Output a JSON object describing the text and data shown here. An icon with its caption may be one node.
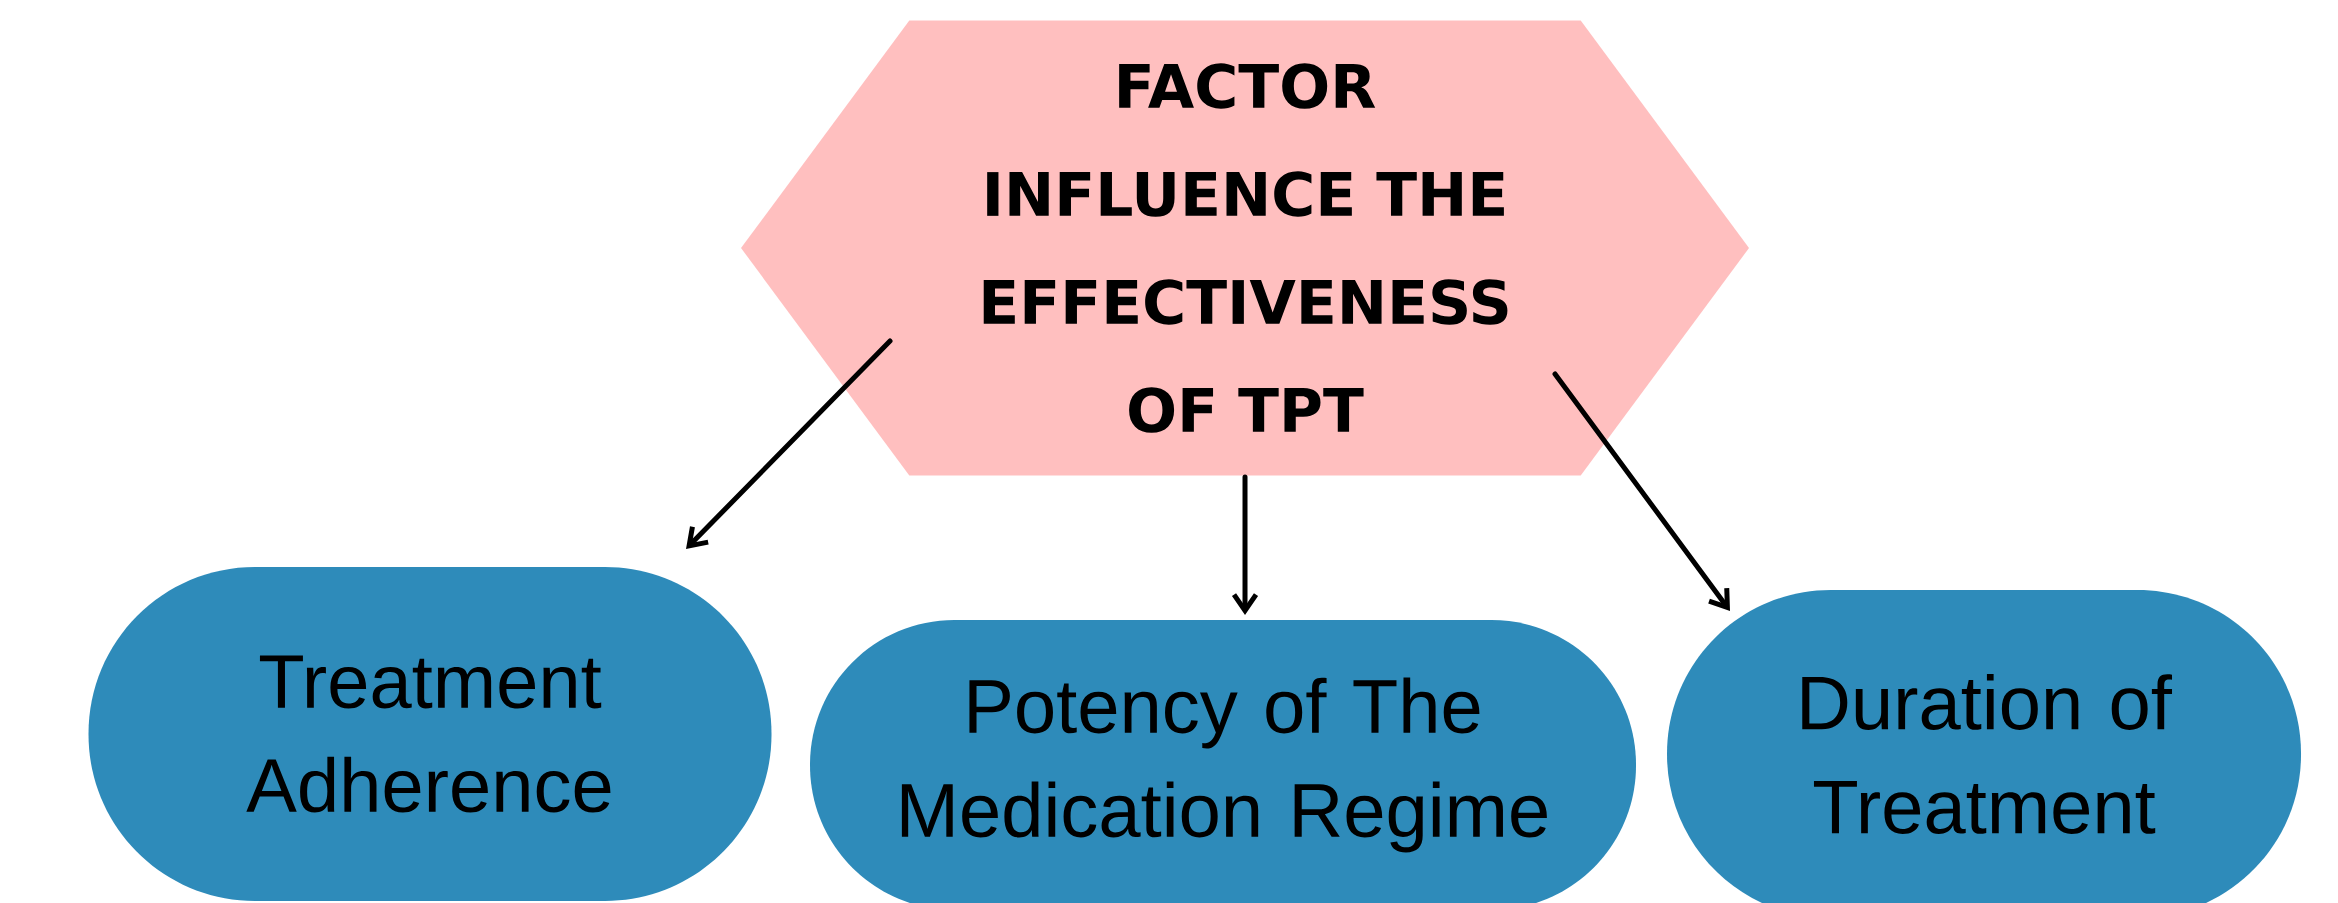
{
  "diagram": {
    "nodes": [
      {
        "text": [
          "FACTOR INFLUENCE THE EFFECTIVENESS OF TPT"
        ]
      },
      {
        "text": [
          "Treatment Adherence"
        ]
      },
      {
        "text": [
          "Potency of The Medication Regime"
        ]
      },
      {
        "text": [
          "Duration of Treatment"
        ]
      }
    ],
    "edges": [
      {
        "from": 0,
        "to": 1,
        "arrow": "to"
      },
      {
        "from": 0,
        "to": 2,
        "arrow": "to"
      },
      {
        "from": 0,
        "to": 3,
        "arrow": "to"
      }
    ]
  }
}
